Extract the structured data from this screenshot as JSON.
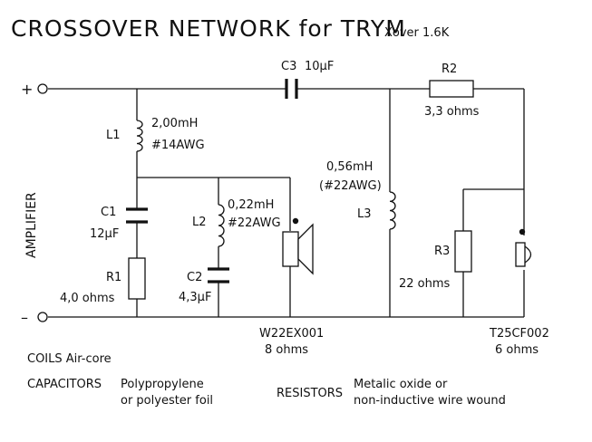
{
  "title": "CROSSOVER NETWORK for TRYM",
  "subtitle": "Xover 1.6K",
  "terminals": {
    "plus": "+",
    "minus": "–",
    "amplifier": "AMPLIFIER"
  },
  "components": {
    "c3": {
      "name": "C3",
      "value": "10µF"
    },
    "r2": {
      "name": "R2",
      "value": "3,3 ohms"
    },
    "l1": {
      "name": "L1",
      "value": "2,00mH",
      "wire": "#14AWG"
    },
    "c1": {
      "name": "C1",
      "value": "12µF"
    },
    "r1": {
      "name": "R1",
      "value": "4,0 ohms"
    },
    "l2": {
      "name": "L2",
      "value": "0,22mH",
      "wire": "#22AWG"
    },
    "c2": {
      "name": "C2",
      "value": "4,3µF"
    },
    "l3": {
      "name": "L3",
      "value": "0,56mH",
      "wire": "(#22AWG)"
    },
    "r3": {
      "name": "R3",
      "value": "22 ohms"
    }
  },
  "drivers": {
    "woofer": {
      "model": "W22EX001",
      "impedance": "8 ohms"
    },
    "tweeter": {
      "model": "T25CF002",
      "impedance": "6 ohms"
    }
  },
  "notes": {
    "coils": "COILS Air-core",
    "capacitors_label": "CAPACITORS",
    "capacitors_line1": "Polypropylene",
    "capacitors_line2": "or polyester foil",
    "resistors_label": "RESISTORS",
    "resistors_line1": "Metalic oxide or",
    "resistors_line2": "non-inductive wire wound"
  }
}
